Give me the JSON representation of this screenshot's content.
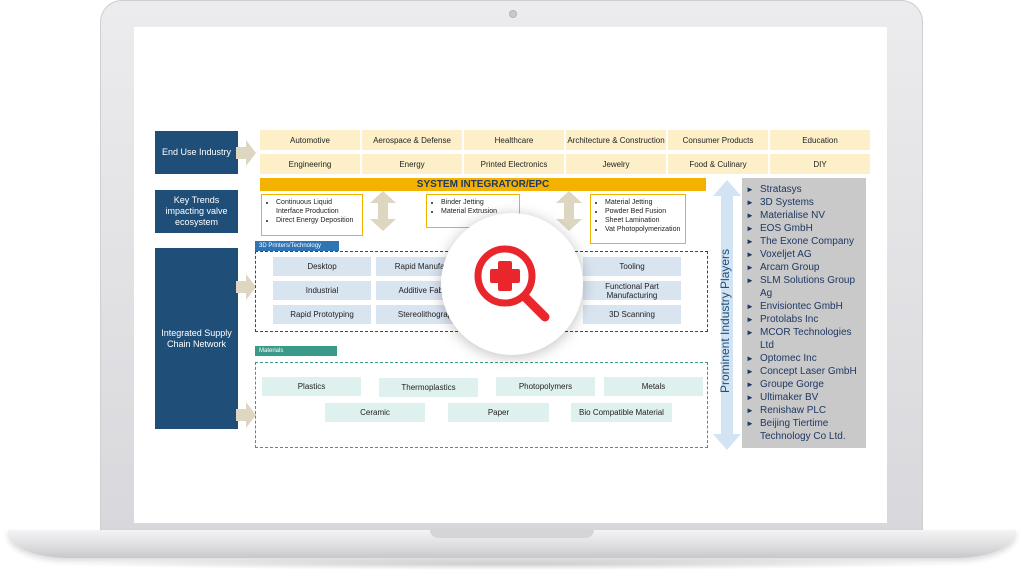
{
  "categories": {
    "end_use": "End Use Industry",
    "key_trends": "Key Trends impacting valve ecosystem",
    "supply_chain": "Integrated Supply Chain Network"
  },
  "industries_row1": [
    "Automotive",
    "Aerospace & Defense",
    "Healthcare",
    "Architecture & Construction",
    "Consumer Products",
    "Education"
  ],
  "industries_row2": [
    "Engineering",
    "Energy",
    "Printed Electronics",
    "Jewelry",
    "Food & Culinary",
    "DIY"
  ],
  "epc_label": "SYSTEM INTEGRATOR/EPC",
  "trends": {
    "box1": [
      "Continuous Liquid Interface Production",
      "Direct Energy Deposition"
    ],
    "box2": [
      "Binder Jetting",
      "Material Extrusion"
    ],
    "box3": [
      "Material Jetting",
      "Powder Bed Fusion",
      "Sheet Lamination",
      "Vat Photopolymerization"
    ]
  },
  "printers_tag": "3D Printers/Technology",
  "technologies": [
    "Desktop",
    "Rapid Manufactu",
    "Tooling",
    "Industrial",
    "Additive Fabric",
    "Functional Part Manufacturing",
    "Rapid Prototyping",
    "Stereolithograp",
    "3D Scanning"
  ],
  "materials_tag": "Materials",
  "materials": [
    "Plastics",
    "Thermoplastics",
    "Photopolymers",
    "Metals",
    "Ceramic",
    "Paper",
    "Bio Compatible Material"
  ],
  "prominent_label": "Prominent Industry Players",
  "players": [
    "Stratasys",
    "3D Systems",
    "Materialise NV",
    "EOS GmbH",
    "The Exone Company",
    "Voxeljet AG",
    "Arcam Group",
    "SLM Solutions Group",
    "Ag",
    "Envisiontec GmbH",
    "Protolabs Inc",
    "MCOR Technologies",
    "Ltd",
    "Optomec Inc",
    "Concept Laser GmbH",
    "Groupe Gorge",
    "Ultimaker BV",
    "Renishaw PLC",
    "Beijing Tiertime",
    "Technology Co Ltd."
  ],
  "player_bullets": [
    true,
    true,
    true,
    true,
    true,
    true,
    true,
    true,
    false,
    true,
    true,
    true,
    false,
    true,
    true,
    true,
    true,
    true,
    true,
    false
  ],
  "colors": {
    "navy": "#1f4e79",
    "gold": "#f3b100",
    "zoom_red": "#e8262b"
  }
}
